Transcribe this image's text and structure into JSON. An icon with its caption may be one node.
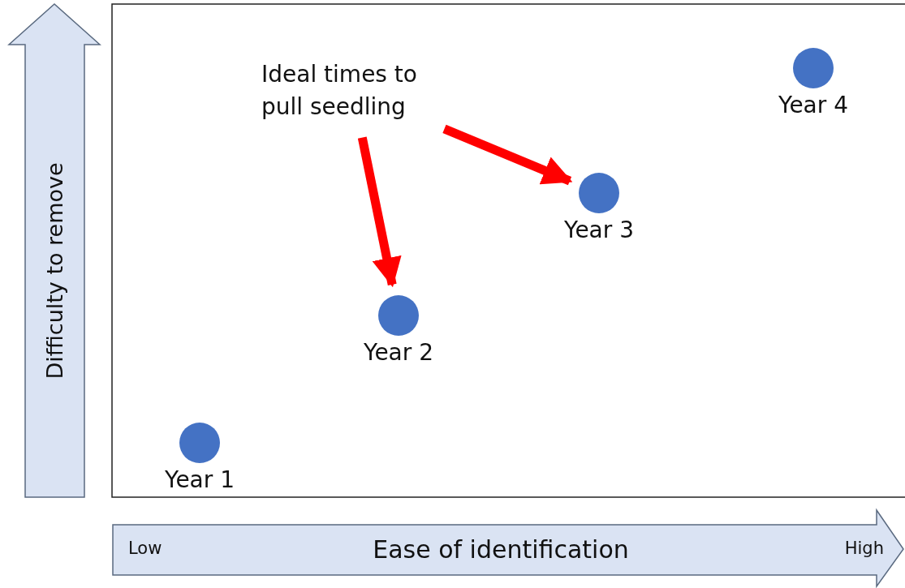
{
  "diagram": {
    "nodes": [
      {
        "text": [
          "Ideal times to pull seedling"
        ]
      },
      {
        "text": [],
        "shape": "circle",
        "beside": [
          "Year 1"
        ]
      },
      {
        "text": [],
        "shape": "circle",
        "beside": [
          "Year 2"
        ]
      },
      {
        "text": [],
        "shape": "circle",
        "beside": [
          "Year 3"
        ]
      },
      {
        "text": [],
        "shape": "circle",
        "beside": [
          "Year 4"
        ]
      }
    ],
    "edges": [
      {
        "from": 0,
        "to": 2,
        "arrow": "to",
        "color": "#ff0000"
      },
      {
        "from": 0,
        "to": 3,
        "arrow": "to",
        "color": "#ff0000"
      }
    ],
    "labels": [
      "Difficulty to remove",
      "Low",
      "Ease of identification",
      "High"
    ]
  }
}
